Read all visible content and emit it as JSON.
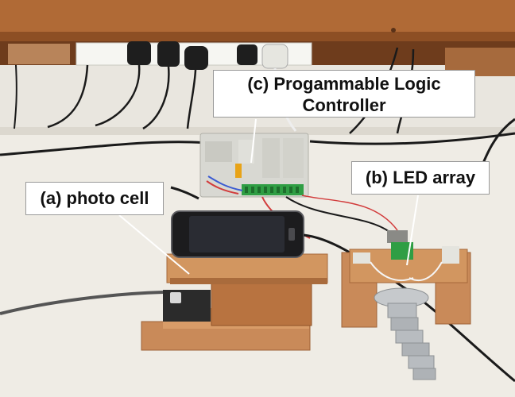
{
  "labels": {
    "plc": {
      "line1": "(c) Progammable Logic",
      "line2": "Controller"
    },
    "photo_cell": "(a) photo cell",
    "led_array": "(b) LED array"
  },
  "colors": {
    "wall": "#e9e6df",
    "desk": "#f0ede6",
    "shelf": "#b06a36",
    "plywood": "#c98a59",
    "plc_body": "#d8d8d2",
    "terminal_green": "#2f9e44",
    "phone": "#1c1c1e",
    "watch": "#b8bcc0",
    "cable": "#1a1a1a"
  }
}
